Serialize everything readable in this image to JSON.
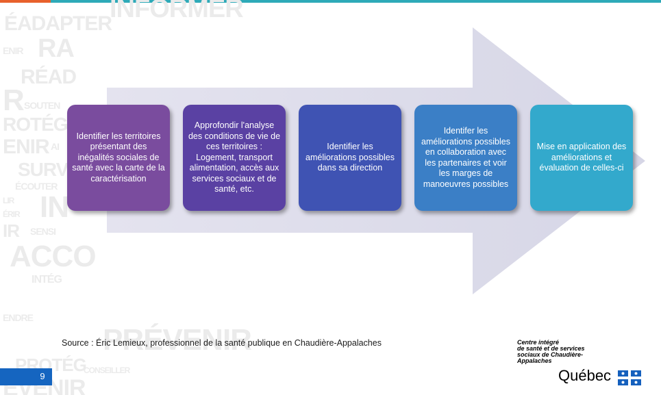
{
  "colors": {
    "top_bar": "#2eaab8",
    "top_accent": "#e8612c",
    "page_number_box": "#1565c0",
    "arrow": "#dcdcea",
    "flag_blue": "#1560bd"
  },
  "background_words": [
    {
      "text": "INFORMER"
    },
    {
      "text": "ÉADAPTER"
    },
    {
      "text": "ENIR"
    },
    {
      "text": "RA"
    },
    {
      "text": "RÉAD"
    },
    {
      "text": "R"
    },
    {
      "text": "SOUTEN"
    },
    {
      "text": "ROTÉGER"
    },
    {
      "text": "ENIR"
    },
    {
      "text": "AI"
    },
    {
      "text": "SURVE"
    },
    {
      "text": "ÉCOUTER"
    },
    {
      "text": "LIR"
    },
    {
      "text": "IN"
    },
    {
      "text": "ÉRIR"
    },
    {
      "text": "IR"
    },
    {
      "text": "SENSI"
    },
    {
      "text": "ACCO"
    },
    {
      "text": "INTÉG"
    },
    {
      "text": "ENDRE"
    },
    {
      "text": "PRÉVENIR"
    },
    {
      "text": "PROTÉG"
    },
    {
      "text": "CONSEILLER"
    },
    {
      "text": "EVENIR"
    }
  ],
  "steps": [
    {
      "text": "Identifier les territoires présentant des inégalités sociales de santé avec la carte de la caractérisation",
      "color": "#7a4c9e"
    },
    {
      "text": "Approfondir l'analyse des conditions de vie de ces territoires : Logement, transport alimentation, accès aux services sociaux et de santé, etc.",
      "color": "#5a41a3"
    },
    {
      "text": "Identifier les améliorations possibles dans sa direction",
      "color": "#3f53b3"
    },
    {
      "text": "Identifer les améliorations possibles en collaboration avec les partenaires et voir les marges de manoeuvres possibles",
      "color": "#3b7fc6"
    },
    {
      "text": "Mise en application des améliorations et évaluation de celles-ci",
      "color": "#33a9cc"
    }
  ],
  "source": "Source : Éric Lemieux, professionnel de la santé publique en Chaudière-Appalaches",
  "page_number": "9",
  "logo": {
    "lines": [
      "Centre intégré",
      "de santé et de services",
      "sociaux de Chaudière-",
      "Appalaches"
    ],
    "quebec": "Québec"
  }
}
